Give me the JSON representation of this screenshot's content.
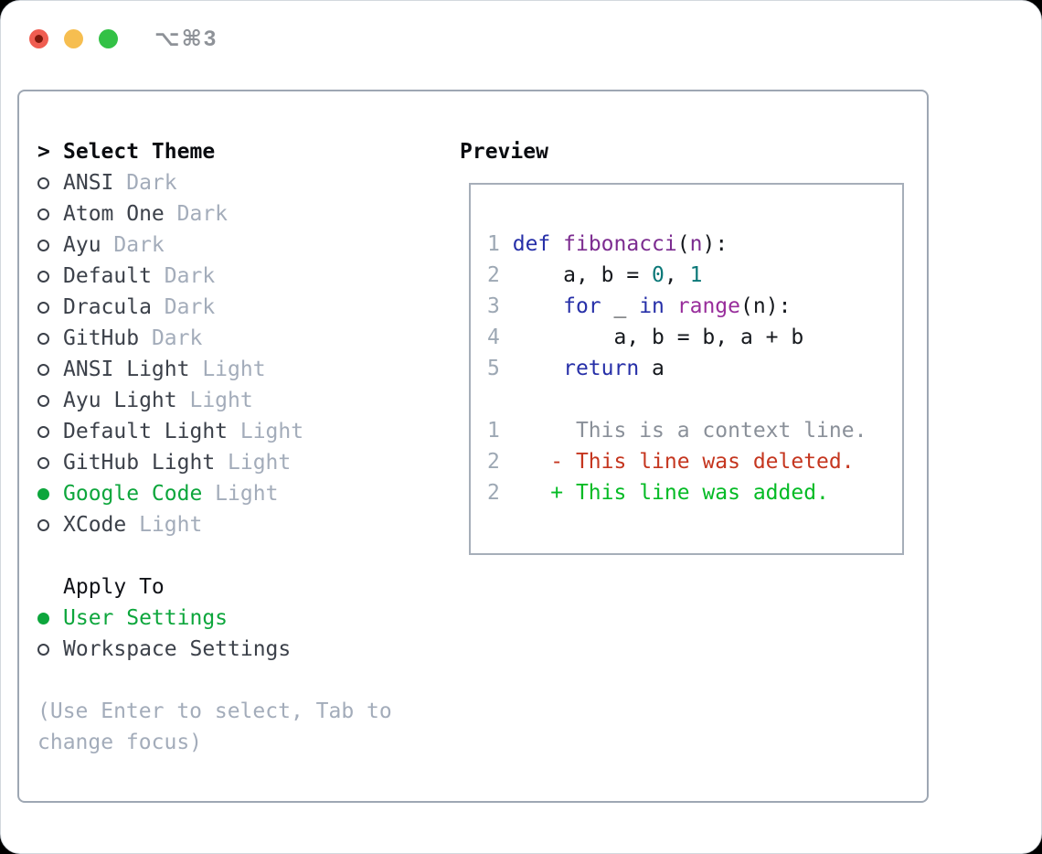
{
  "window": {
    "title": "⌥⌘3",
    "traffic_lights": [
      {
        "name": "close",
        "has_unsaved_dot": true
      },
      {
        "name": "minimize",
        "has_unsaved_dot": false
      },
      {
        "name": "zoom",
        "has_unsaved_dot": false
      }
    ]
  },
  "list": {
    "header_prefix": ">",
    "header": "Select Theme",
    "themes": [
      {
        "name": "ANSI",
        "variant": "Dark",
        "selected": false
      },
      {
        "name": "Atom One",
        "variant": "Dark",
        "selected": false
      },
      {
        "name": "Ayu",
        "variant": "Dark",
        "selected": false
      },
      {
        "name": "Default",
        "variant": "Dark",
        "selected": false
      },
      {
        "name": "Dracula",
        "variant": "Dark",
        "selected": false
      },
      {
        "name": "GitHub",
        "variant": "Dark",
        "selected": false
      },
      {
        "name": "ANSI Light",
        "variant": "Light",
        "selected": false
      },
      {
        "name": "Ayu Light",
        "variant": "Light",
        "selected": false
      },
      {
        "name": "Default Light",
        "variant": "Light",
        "selected": false
      },
      {
        "name": "GitHub Light",
        "variant": "Light",
        "selected": false
      },
      {
        "name": "Google Code",
        "variant": "Light",
        "selected": true
      },
      {
        "name": "XCode",
        "variant": "Light",
        "selected": false
      }
    ]
  },
  "apply_to": {
    "label": "Apply To",
    "options": [
      {
        "label": "User Settings",
        "selected": true
      },
      {
        "label": "Workspace Settings",
        "selected": false
      }
    ]
  },
  "footer_hint": "(Use Enter to select, Tab to change focus)",
  "preview": {
    "label": "Preview",
    "code_lines": [
      {
        "num": "1",
        "tokens": [
          [
            "kw",
            "def"
          ],
          [
            "pln",
            " "
          ],
          [
            "fn",
            "fibonacci"
          ],
          [
            "pun",
            "("
          ],
          [
            "param",
            "n"
          ],
          [
            "pun",
            "):"
          ]
        ]
      },
      {
        "num": "2",
        "tokens": [
          [
            "pln",
            "    a, b = "
          ],
          [
            "lit",
            "0"
          ],
          [
            "pln",
            ", "
          ],
          [
            "lit",
            "1"
          ]
        ]
      },
      {
        "num": "3",
        "tokens": [
          [
            "pln",
            "    "
          ],
          [
            "kw",
            "for"
          ],
          [
            "pln",
            " _ "
          ],
          [
            "kw",
            "in"
          ],
          [
            "pln",
            " "
          ],
          [
            "call",
            "range"
          ],
          [
            "pun",
            "("
          ],
          [
            "pln",
            "n"
          ],
          [
            "pun",
            "):"
          ]
        ]
      },
      {
        "num": "4",
        "tokens": [
          [
            "pln",
            "        a, b = b, a + b"
          ]
        ]
      },
      {
        "num": "5",
        "tokens": [
          [
            "pln",
            "    "
          ],
          [
            "kw",
            "return"
          ],
          [
            "pln",
            " a"
          ]
        ]
      }
    ],
    "diff_lines": [
      {
        "num": "1",
        "marker": "  ",
        "text": "This is a context line.",
        "type": "context"
      },
      {
        "num": "2",
        "marker": "- ",
        "text": "This line was deleted.",
        "type": "del"
      },
      {
        "num": "2",
        "marker": "+ ",
        "text": "This line was added.",
        "type": "add"
      }
    ]
  },
  "colors": {
    "accent_green": "#0DA63C",
    "title_gray": "#8E9298",
    "name_dark": "#3C414A",
    "variant_gray": "#A3ACBA",
    "hint_gray": "#A3ACBA",
    "black": "#15181D",
    "border_panel": "#9EA7B3",
    "border_preview": "#A6AEB9",
    "lnum": "#9DA8B4",
    "kw": "#262FA8",
    "fn": "#7C2C90",
    "call": "#982D9B",
    "param": "#7C2C90",
    "lit": "#0B7878",
    "diff_ctx": "#8A9099",
    "diff_del": "#C5361F",
    "diff_add": "#04BB25",
    "light_red": "#F05D51",
    "light_red_dot": "#7E180C",
    "light_yellow": "#F6BE50",
    "light_green": "#33C146"
  }
}
